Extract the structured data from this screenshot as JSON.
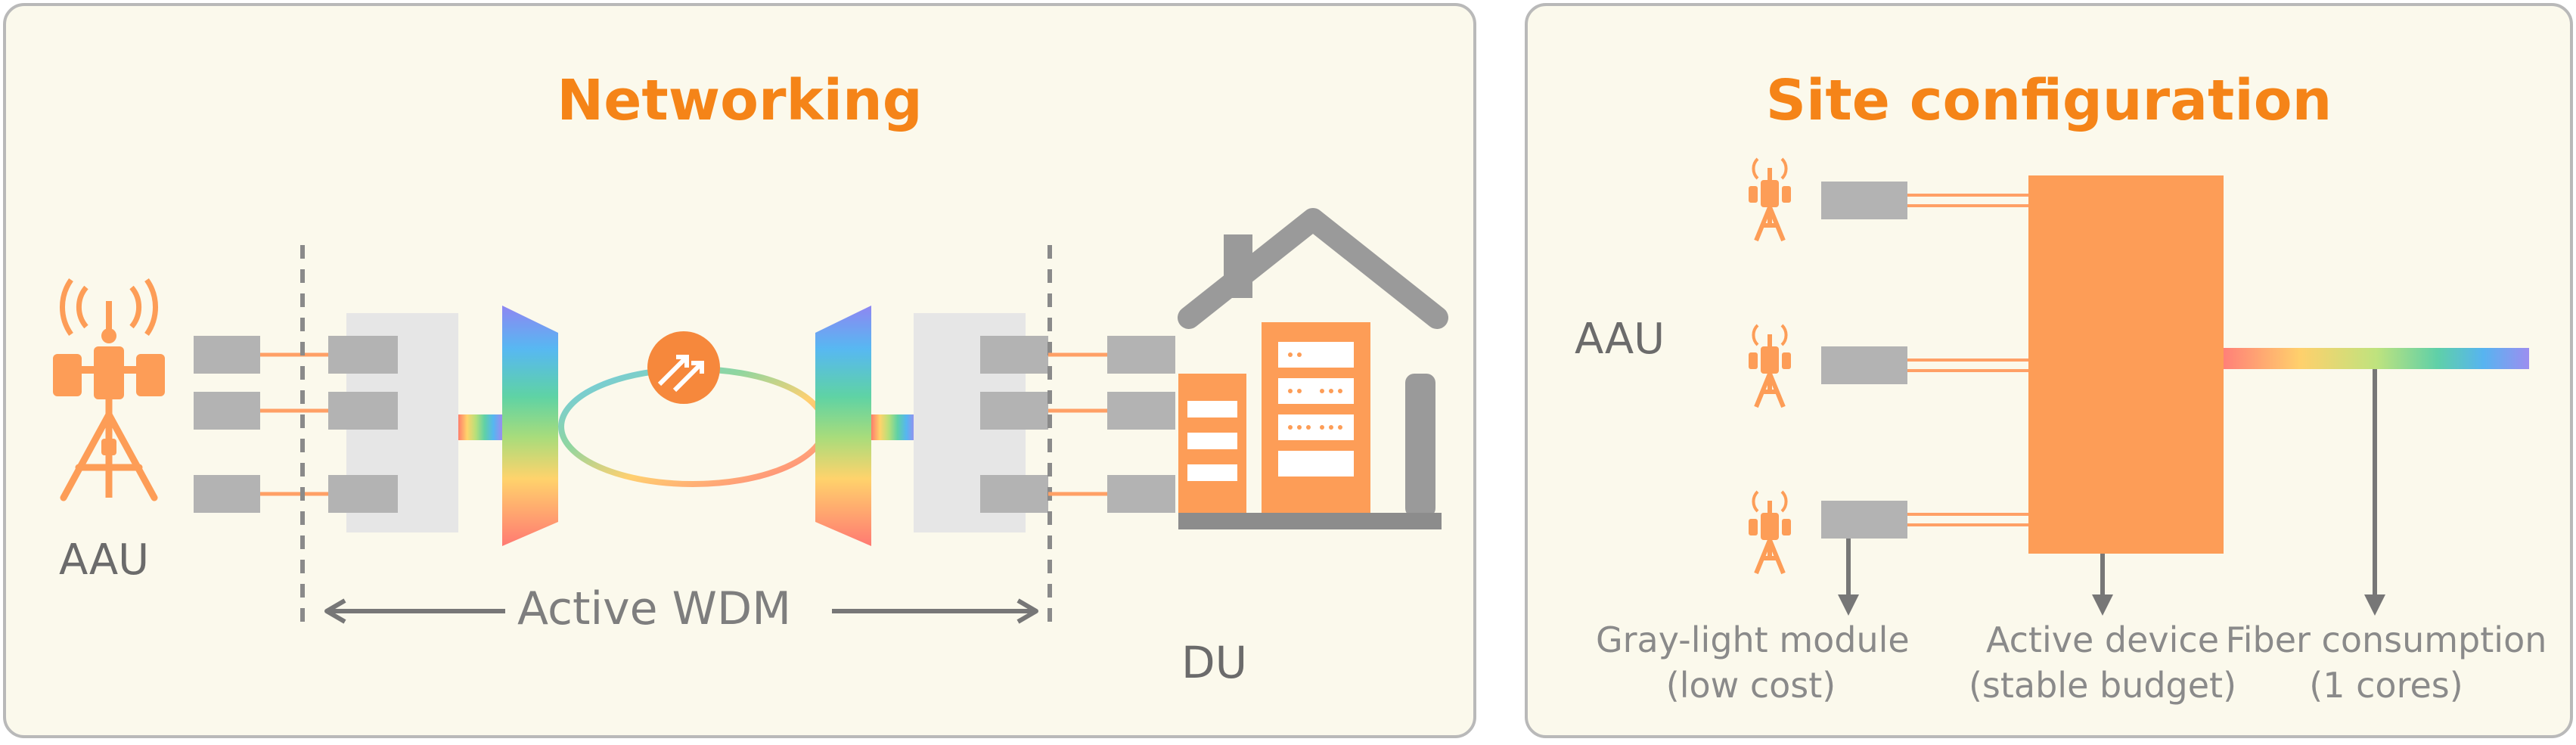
{
  "networking": {
    "title": "Networking",
    "aau_label": "AAU",
    "wdm_label": "Active WDM",
    "du_label": "DU"
  },
  "site_configuration": {
    "title": "Site configuration",
    "aau_label": "AAU",
    "captions": [
      {
        "line1": "Gray-light module",
        "line2": "(low cost)"
      },
      {
        "line1": "Active device",
        "line2": "(stable budget)"
      },
      {
        "line1": "Fiber consumption",
        "line2": "(1 cores)"
      }
    ]
  },
  "colors": {
    "accent_orange": "#f58418",
    "device_orange": "#fd9d57",
    "module_gray": "#b3b3b3",
    "panel_bg": "#fbf9ec",
    "text_gray": "#6b6b6b"
  }
}
